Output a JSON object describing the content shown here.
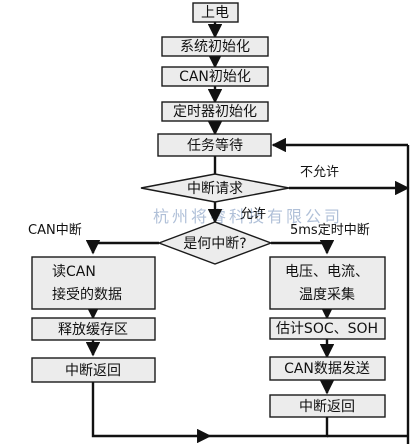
{
  "nodes": {
    "power_on": "上电",
    "sys_init": "系统初始化",
    "can_init": "CAN初始化",
    "timer_init": "定时器初始化",
    "task_wait": "任务等待",
    "int_request": "中断请求",
    "which_int": "是何中断?",
    "read_can_line1": "读CAN",
    "read_can_line2": "接受的数据",
    "release_buffer": "释放缓存区",
    "int_return_left": "中断返回",
    "collect_line1": "电压、电流、",
    "collect_line2": "温度采集",
    "estimate": "估计SOC、SOH",
    "can_send": "CAN数据发送",
    "int_return_right": "中断返回"
  },
  "labels": {
    "not_allowed": "不允许",
    "allowed": "允许",
    "can_interrupt": "CAN中断",
    "timer_interrupt": "5ms定时中断"
  },
  "watermark": "杭州将睿科技有限公司"
}
